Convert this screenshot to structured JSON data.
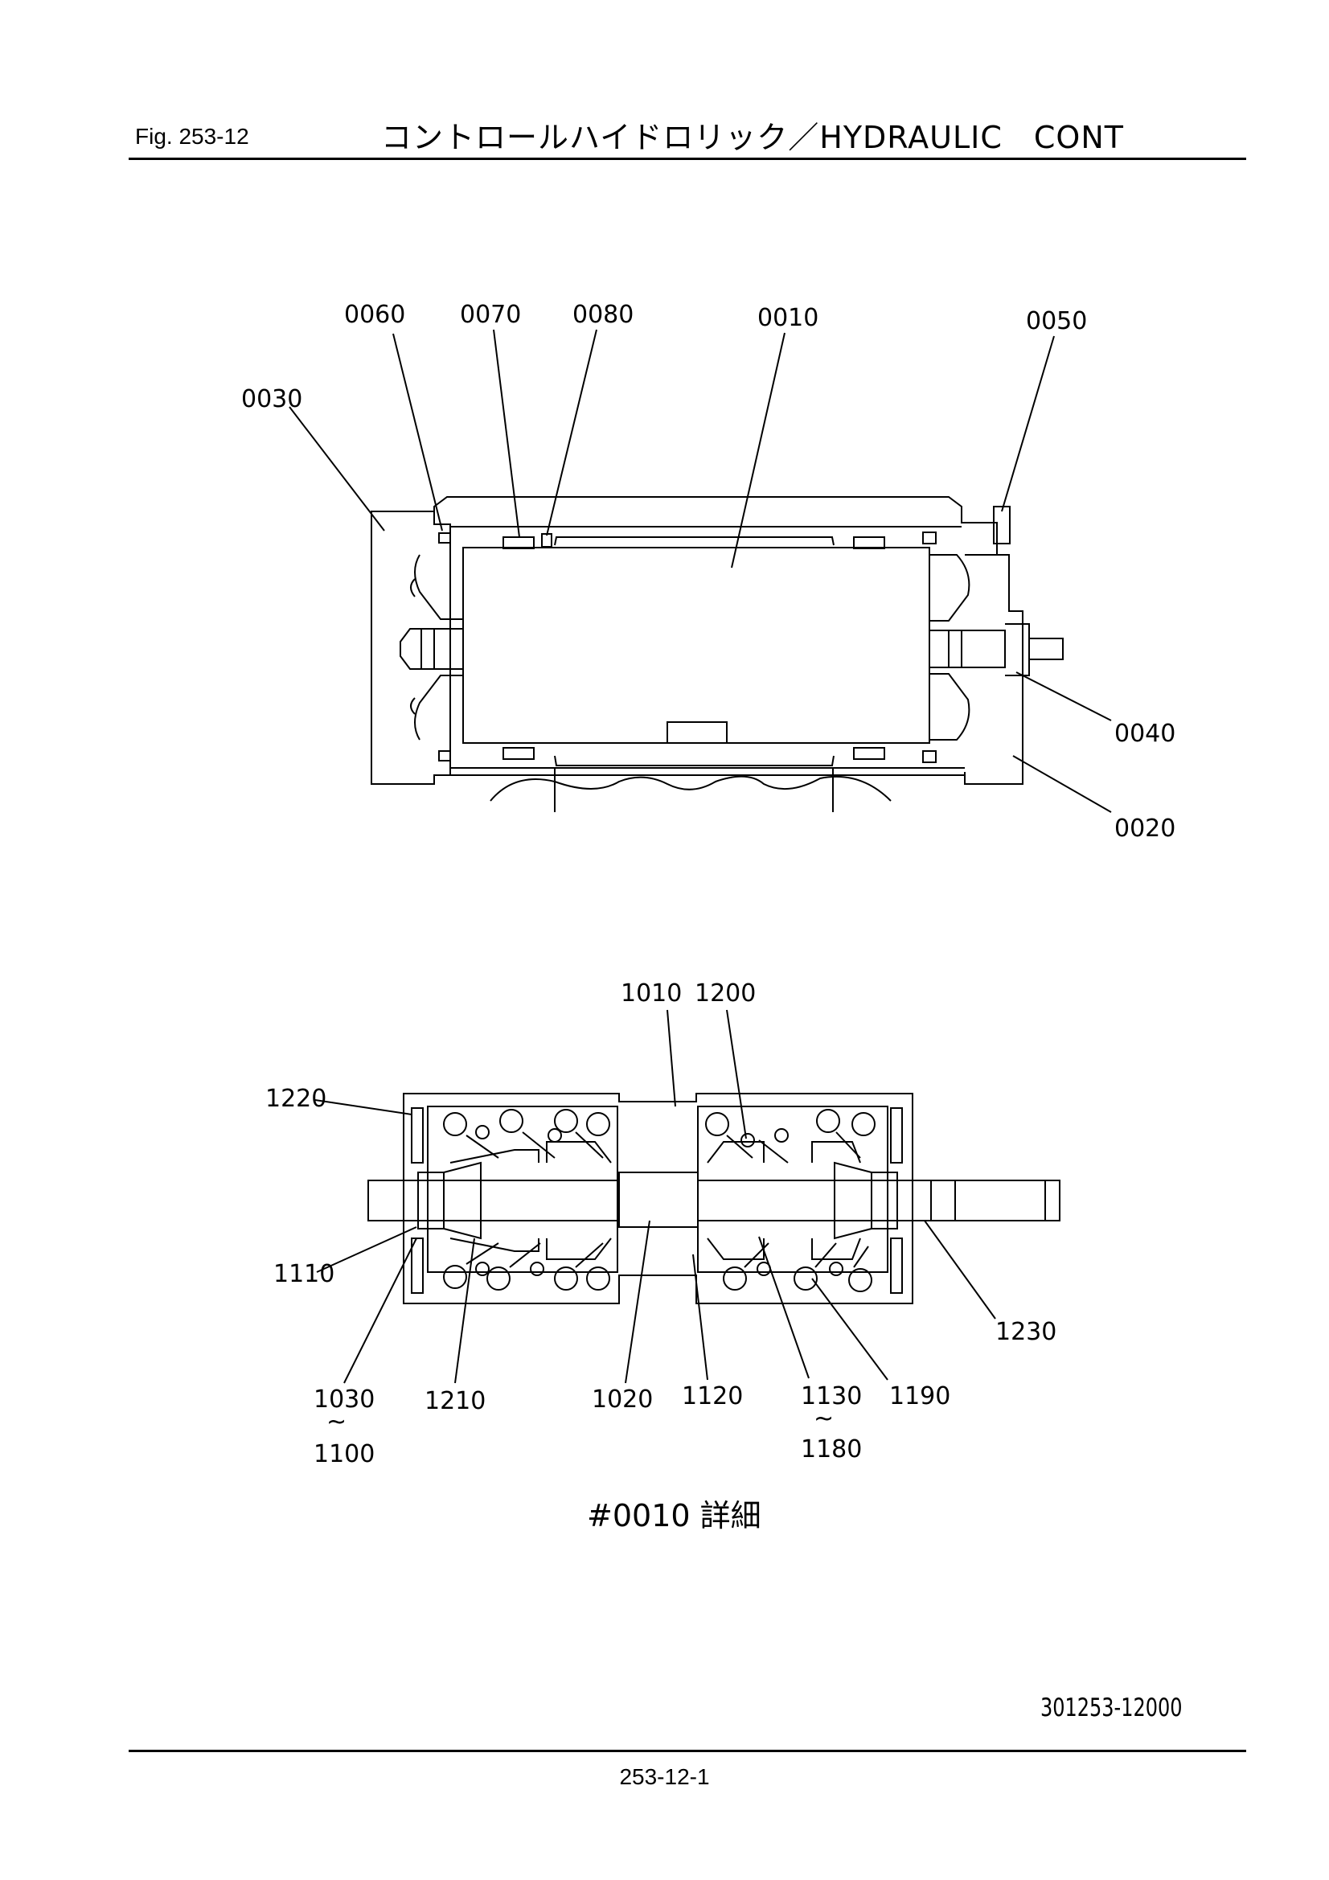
{
  "header": {
    "figure_number": "Fig.  253-12",
    "title": "コントロールハイドロリック／HYDRAULIC　CONT"
  },
  "upper_assembly": {
    "callouts": [
      "0060",
      "0070",
      "0080",
      "0010",
      "0050",
      "0030",
      "0040",
      "0020"
    ]
  },
  "detail_assembly": {
    "callouts": [
      "1010",
      "1200",
      "1220",
      "1110",
      "1230",
      "1030",
      "1100",
      "1210",
      "1020",
      "1120",
      "1130",
      "1180",
      "1190"
    ],
    "range_mark": "~",
    "caption": "#0010 詳細"
  },
  "drawing_number": "301253-12000",
  "footer": {
    "page_number": "253-12-1"
  }
}
